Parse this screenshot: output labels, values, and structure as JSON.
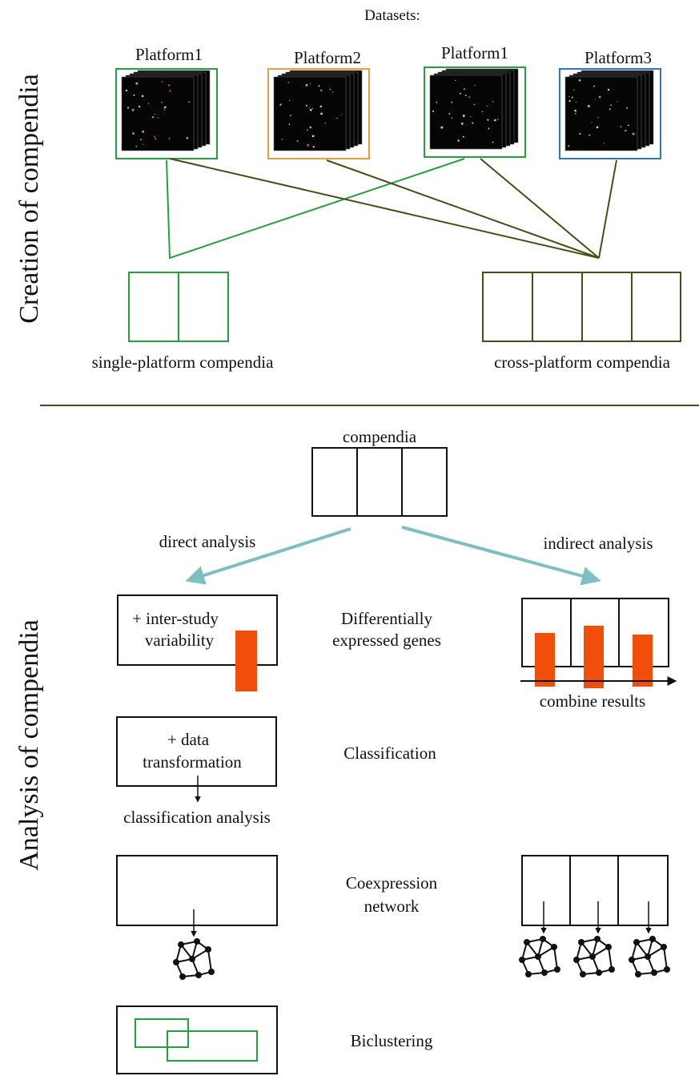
{
  "colors": {
    "green": "#22a33a",
    "olive": "#4b4b16",
    "orange_frame": "#f09a3e",
    "blue_frame": "#2f78c0",
    "teal_arrow": "#7fbfbf",
    "bar_orange": "#f04e0a",
    "black": "#111111"
  },
  "side_labels": {
    "creation": "Creation of compendia",
    "analysis": "Analysis of compendia"
  },
  "top": {
    "datasets_label": "Datasets:",
    "platforms": [
      "Platform1",
      "Platform2",
      "Platform1",
      "Platform3"
    ],
    "single_label": "single-platform compendia",
    "cross_label": "cross-platform compendia"
  },
  "bottom": {
    "compendia_label": "compendia",
    "direct_label": "direct analysis",
    "indirect_label": "indirect analysis",
    "de_box_text": [
      "+ inter-study",
      "variability"
    ],
    "de_middle": [
      "Differentially",
      "expressed genes"
    ],
    "combine_label": "combine results",
    "class_box_text": [
      "+ data",
      "transformation"
    ],
    "class_sub_label": "classification analysis",
    "class_middle": "Classification",
    "coexp_middle": [
      "Coexpression",
      "network"
    ],
    "bicluster_middle": "Biclustering"
  }
}
